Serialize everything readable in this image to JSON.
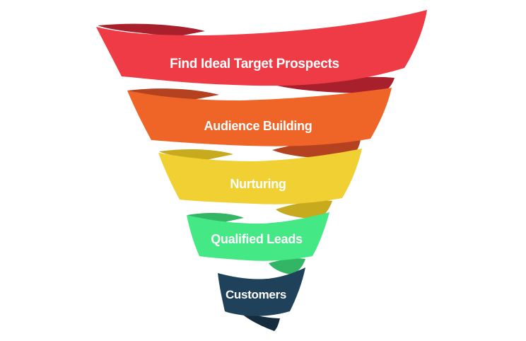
{
  "funnel": {
    "stages": [
      {
        "label": "Find Ideal Target Prospects",
        "color": "#ef3b45",
        "shade": "#a8202b"
      },
      {
        "label": "Audience Building",
        "color": "#ef6427",
        "shade": "#b44120"
      },
      {
        "label": "Nurturing",
        "color": "#f0d032",
        "shade": "#c8aa1f"
      },
      {
        "label": "Qualified Leads",
        "color": "#44e884",
        "shade": "#33b566"
      },
      {
        "label": "Customers",
        "color": "#20415a",
        "shade": "#142c3e"
      }
    ]
  }
}
